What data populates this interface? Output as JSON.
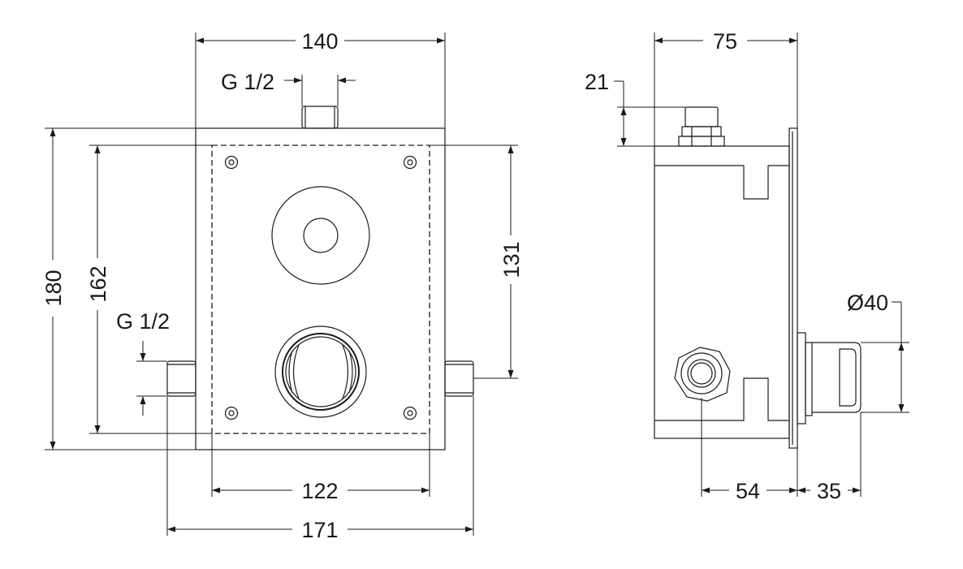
{
  "front_view": {
    "dim_width": "140",
    "dim_top_connection": "G 1/2",
    "dim_total_height": "180",
    "dim_cover_height": "162",
    "dim_side_connection": "G 1/2",
    "dim_side_height": "131",
    "dim_cover_width": "122",
    "dim_overall_width": "171"
  },
  "side_view": {
    "dim_depth": "75",
    "dim_connection_height": "21",
    "dim_diameter": "Ø40",
    "dim_inlet_offset": "54",
    "dim_knob_projection": "35"
  }
}
